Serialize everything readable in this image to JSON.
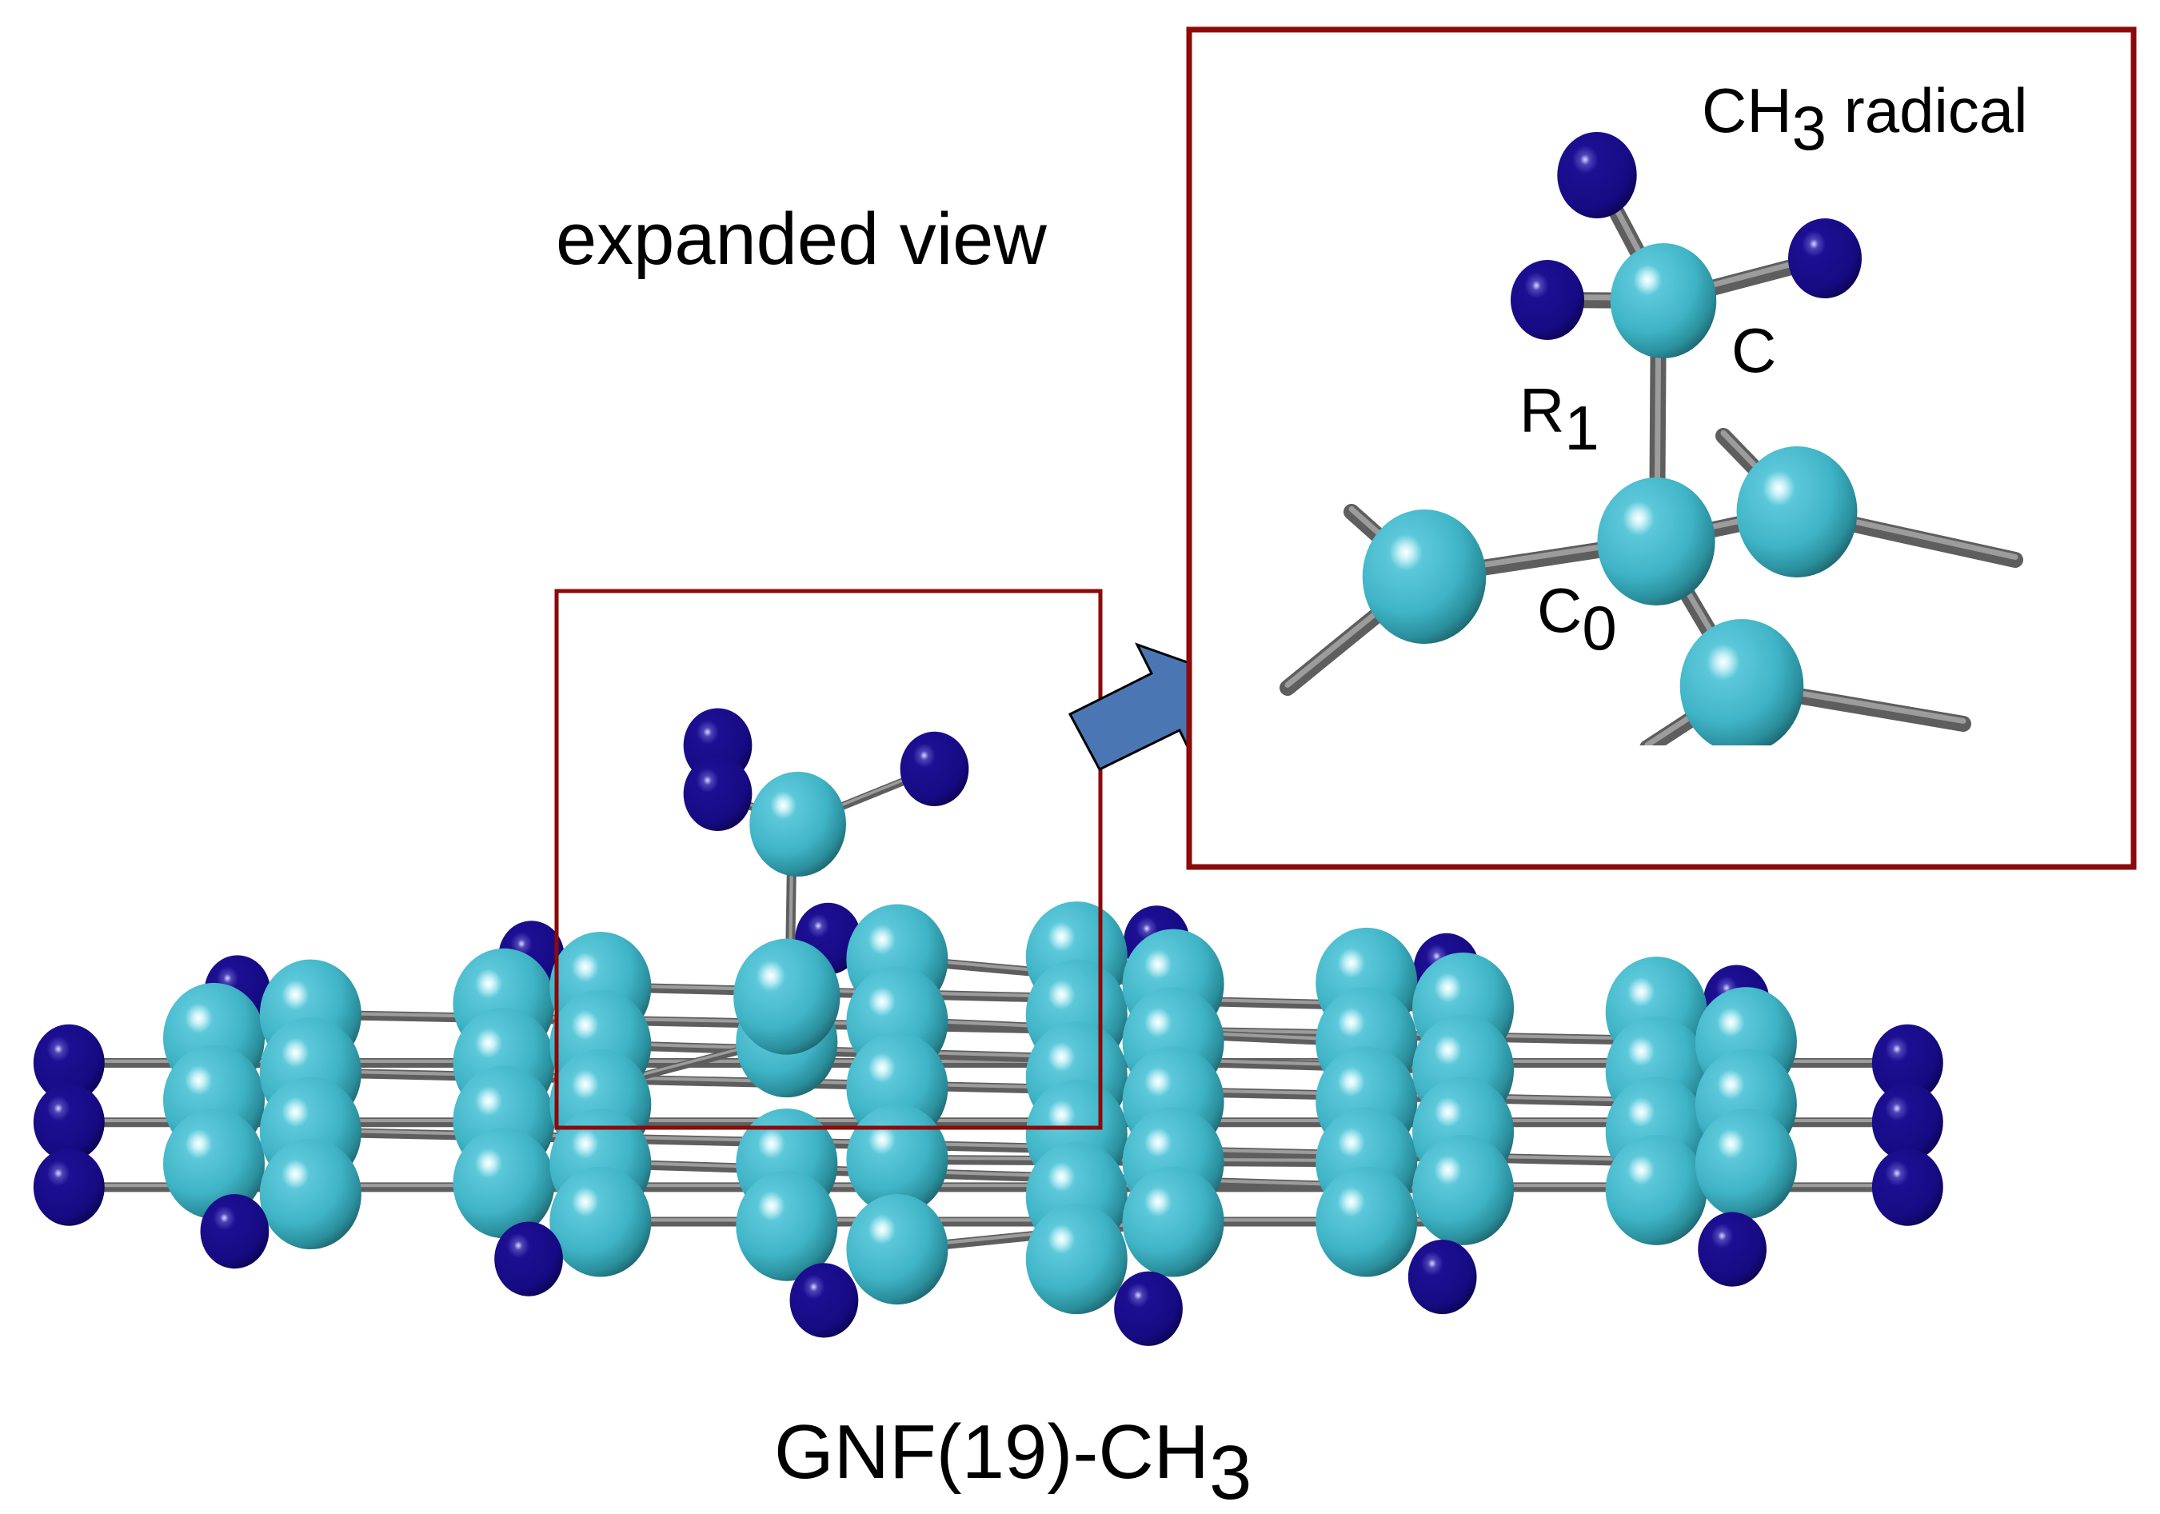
{
  "figure": {
    "molecule_name": "GNF(19)-CH",
    "molecule_name_subscript": "3",
    "expanded_view_label": "expanded view",
    "inset_title": "CH",
    "inset_title_subscript": "3",
    "inset_title_suffix": " radical",
    "atom_labels": {
      "methyl_carbon": "C",
      "bond_label": "R",
      "bond_label_subscript": "1",
      "surface_carbon": "C",
      "surface_carbon_subscript": "0"
    }
  },
  "colors": {
    "box_border": "#8b0a0a",
    "arrow_fill": "#4a77b4",
    "carbon": "#4fc0d4",
    "hydrogen": "#170b87",
    "bond": "#6d6d6d"
  },
  "legend": {
    "carbon_atom": "cyan sphere",
    "hydrogen_atom": "dark blue sphere"
  }
}
